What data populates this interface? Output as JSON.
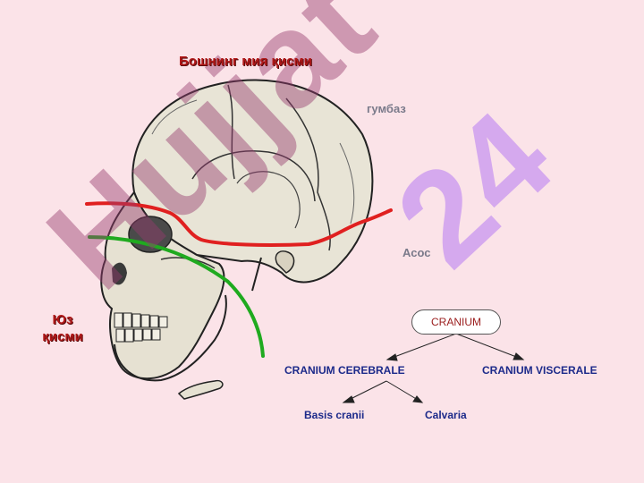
{
  "title": "Бошнинг мия қисми",
  "dome_label": "гумбаз",
  "base_label": "Асос",
  "face_label": "Юз қисми",
  "hierarchy": {
    "root": "CRANIUM",
    "cerebrale": "CRANIUM CEREBRALE",
    "viscerale": "CRANIUM VISCERALE",
    "basis": "Basis cranii",
    "calvaria": "Calvaria"
  },
  "watermark": {
    "part1": "Hujjat",
    "part2": "24"
  },
  "colors": {
    "background": "#fbe3e8",
    "boundary_red": "#e02020",
    "boundary_green": "#1faa1f",
    "title_red": "#b01818",
    "term_blue": "#1c2a8a"
  }
}
